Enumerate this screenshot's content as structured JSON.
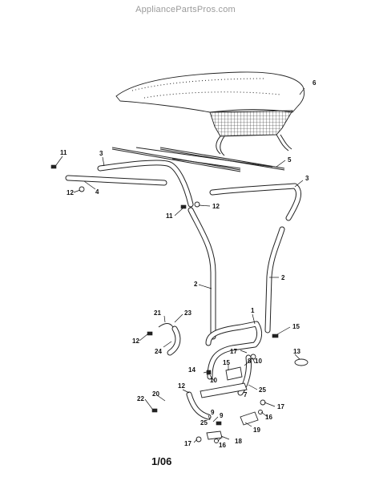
{
  "header": {
    "watermark": "AppliancePartsPros.com"
  },
  "footer": {
    "revision": "1/06"
  },
  "callouts": {
    "c1": "1",
    "c2a": "2",
    "c2b": "2",
    "c3a": "3",
    "c3b": "3",
    "c4": "4",
    "c5": "5",
    "c6": "6",
    "c7": "7",
    "c8": "8",
    "c9a": "9",
    "c9b": "9",
    "c10a": "10",
    "c10b": "10",
    "c11a": "11",
    "c11b": "11",
    "c12a": "12",
    "c12b": "12",
    "c12c": "12",
    "c12d": "12",
    "c13": "13",
    "c14": "14",
    "c15a": "15",
    "c15b": "15",
    "c16a": "16",
    "c16b": "16",
    "c17a": "17",
    "c17b": "17",
    "c17c": "17",
    "c18": "18",
    "c19": "19",
    "c20": "20",
    "c21": "21",
    "c22": "22",
    "c23": "23",
    "c24": "24",
    "c25a": "25",
    "c25b": "25"
  }
}
